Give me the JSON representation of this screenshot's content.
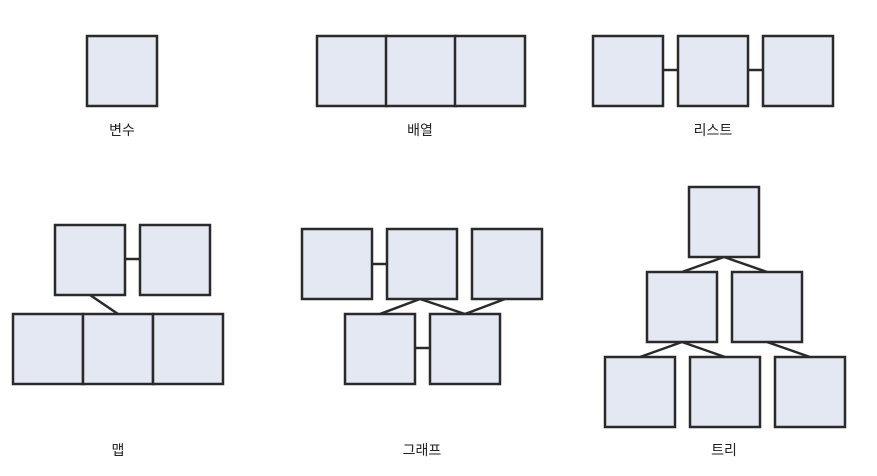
{
  "colors": {
    "box_fill": "#e4e8f2",
    "box_stroke": "#2a2a2a",
    "line": "#2a2a2a",
    "background": "#ffffff"
  },
  "diagrams": [
    {
      "id": "variable",
      "label": "변수"
    },
    {
      "id": "array",
      "label": "배열"
    },
    {
      "id": "list",
      "label": "리스트"
    },
    {
      "id": "map",
      "label": "맵"
    },
    {
      "id": "graph",
      "label": "그래프"
    },
    {
      "id": "tree",
      "label": "트리"
    }
  ]
}
